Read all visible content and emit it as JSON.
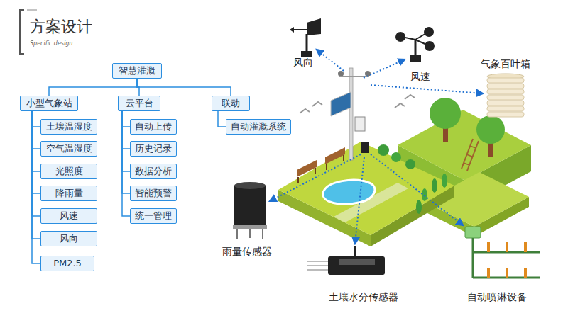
{
  "diagram": {
    "title": "方案设计",
    "nodes": [
      {
        "text": [
          "智慧灌溉"
        ]
      },
      {
        "text": [
          "小型气象站"
        ]
      },
      {
        "text": [
          "云平台"
        ]
      },
      {
        "text": [
          "联动"
        ]
      },
      {
        "text": [
          "土壤温湿度"
        ]
      },
      {
        "text": [
          "空气温湿度"
        ]
      },
      {
        "text": [
          "光照度"
        ]
      },
      {
        "text": [
          "降雨量"
        ]
      },
      {
        "text": [
          "风速"
        ]
      },
      {
        "text": [
          "风向"
        ]
      },
      {
        "text": [
          "PM2.5"
        ]
      },
      {
        "text": [
          "自动上传"
        ]
      },
      {
        "text": [
          "历史记录"
        ]
      },
      {
        "text": [
          "数据分析"
        ]
      },
      {
        "text": [
          "智能预警"
        ]
      },
      {
        "text": [
          "统一管理"
        ]
      },
      {
        "text": [
          "自动灌溉系统"
        ]
      }
    ],
    "edges": [
      {
        "from": 0,
        "to": 1,
        "arrow": "none"
      },
      {
        "from": 0,
        "to": 2,
        "arrow": "none"
      },
      {
        "from": 0,
        "to": 3,
        "arrow": "none"
      },
      {
        "from": 1,
        "to": 4,
        "arrow": "none"
      },
      {
        "from": 1,
        "to": 5,
        "arrow": "none"
      },
      {
        "from": 1,
        "to": 6,
        "arrow": "none"
      },
      {
        "from": 1,
        "to": 7,
        "arrow": "none"
      },
      {
        "from": 1,
        "to": 8,
        "arrow": "none"
      },
      {
        "from": 1,
        "to": 9,
        "arrow": "none"
      },
      {
        "from": 1,
        "to": 10,
        "arrow": "none"
      },
      {
        "from": 2,
        "to": 11,
        "arrow": "none"
      },
      {
        "from": 2,
        "to": 12,
        "arrow": "none"
      },
      {
        "from": 2,
        "to": 13,
        "arrow": "none"
      },
      {
        "from": 2,
        "to": 14,
        "arrow": "none"
      },
      {
        "from": 2,
        "to": 15,
        "arrow": "none"
      },
      {
        "from": 3,
        "to": 16,
        "arrow": "none"
      }
    ],
    "labels": [
      "Specific design",
      "风向",
      "风速",
      "气象百叶箱",
      "雨量传感器",
      "土壤水分传感器",
      "自动喷淋设备"
    ]
  }
}
